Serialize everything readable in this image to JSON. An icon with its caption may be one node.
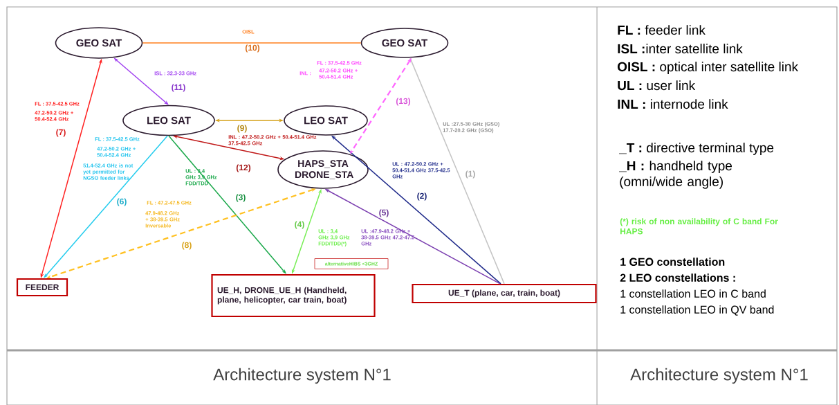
{
  "diagram": {
    "nodes": [
      {
        "text": [
          "GEO SAT"
        ]
      },
      {
        "text": [
          "GEO SAT"
        ]
      },
      {
        "text": [
          "LEO SAT"
        ]
      },
      {
        "text": [
          "LEO SAT"
        ]
      },
      {
        "text": [
          "HAPS_STA DRONE_STA"
        ]
      },
      {
        "text": [
          "FEEDER"
        ]
      },
      {
        "text": [
          "UE_H, DRONE_UE_H (Handheld, plane, helicopter, car train, boat)"
        ]
      },
      {
        "text": [
          "UE_T (plane, car, train, boat)"
        ]
      },
      {
        "text": [
          "alternativeHIBS <3GHZ"
        ]
      }
    ],
    "edges": [
      {
        "from": 7,
        "to": 1,
        "arrow": "none",
        "color": "#c4c4c4",
        "label": "(1)"
      },
      {
        "from": 7,
        "to": 3,
        "arrow": "to",
        "color": "#1f2a8a",
        "label": "(2)"
      },
      {
        "from": 2,
        "to": 6,
        "arrow": "to",
        "color": "#1aa84a",
        "label": "(3)"
      },
      {
        "from": 4,
        "to": 6,
        "arrow": "both",
        "color": "#77ee55",
        "label": "(4)"
      },
      {
        "from": 7,
        "to": 4,
        "arrow": "to",
        "color": "#7b3fb0",
        "label": "(5)"
      },
      {
        "from": 2,
        "to": 5,
        "arrow": "to",
        "color": "#22ccee",
        "label": "(6)"
      },
      {
        "from": 5,
        "to": 0,
        "arrow": "both",
        "color": "#ff2020",
        "label": "(7)"
      },
      {
        "from": 4,
        "to": 5,
        "arrow": "both",
        "style": "dashed",
        "color": "#ffc020",
        "label": "(8)"
      },
      {
        "from": 2,
        "to": 3,
        "arrow": "both",
        "color": "#d4a017",
        "label": "(9)"
      },
      {
        "from": 0,
        "to": 1,
        "arrow": "none",
        "color": "#ff7f1e",
        "label": "(10)"
      },
      {
        "from": 0,
        "to": 2,
        "arrow": "both",
        "color": "#a040f0",
        "label": "(11)"
      },
      {
        "from": 2,
        "to": 4,
        "arrow": "both",
        "color": "#c01818",
        "label": "(12)"
      },
      {
        "from": 1,
        "to": 4,
        "arrow": "both",
        "style": "dashed",
        "color": "#ff66ff",
        "label": "(13)"
      }
    ],
    "labels": [
      "OISL",
      "FL : 37.5-42.5 GHz",
      "INL :",
      "47.2-50.2 GHz + 50.4-51.4 GHz",
      "ISL : 32.3-33 GHz",
      "FL : 37.5-42.5 GHz",
      "47.2-50.2 GHz + 50.4-52.4 GHz",
      "UL :27.5-30 GHz (GSO) 17.7-20.2 GHz (GSO)",
      "INL : 47.2-50.2 GHz + 50.4-51.4 GHz 37.5-42.5 GHz",
      "FL : 37.5-42.5 GHz",
      "47.2-50.2 GHz + 50.4-52.4 GHz",
      "51.4-52.4 GHz is not yet permitted for NGSO feeder links",
      "UL : 3,4 GHz 3,9 GHz FDD/TDD",
      "UL : 47.2-50.2 GHz + 50.4-51.4 GHz 37.5-42.5 GHz",
      "FL : 47.2-47.5 GHz",
      "47.9-48.2 GHz + 38-39.5 GHz Inversable",
      "UL : 3,4 GHz 3,9 GHz FDD/TDD(*)",
      "UL :47.9-48.2 GHz + 38-39.5 GHz 47.2-47.5 GHz",
      "**FL :** feeder link",
      "**ISL :**inter satellite link",
      "**OISL :** optical inter satellite link",
      "**UL :** user link",
      "**INL :** internode link",
      "**_T :** directive terminal type",
      "**_H :** handheld type (omni/wide angle)",
      "(*) risk of non availability of C band For HAPS",
      "1 GEO constellation",
      "2 LEO constellations :",
      "1 constellation LEO  in C band",
      "1 constellation LEO in QV band",
      "Architecture system  N°1",
      "Architecture system N°1"
    ]
  }
}
